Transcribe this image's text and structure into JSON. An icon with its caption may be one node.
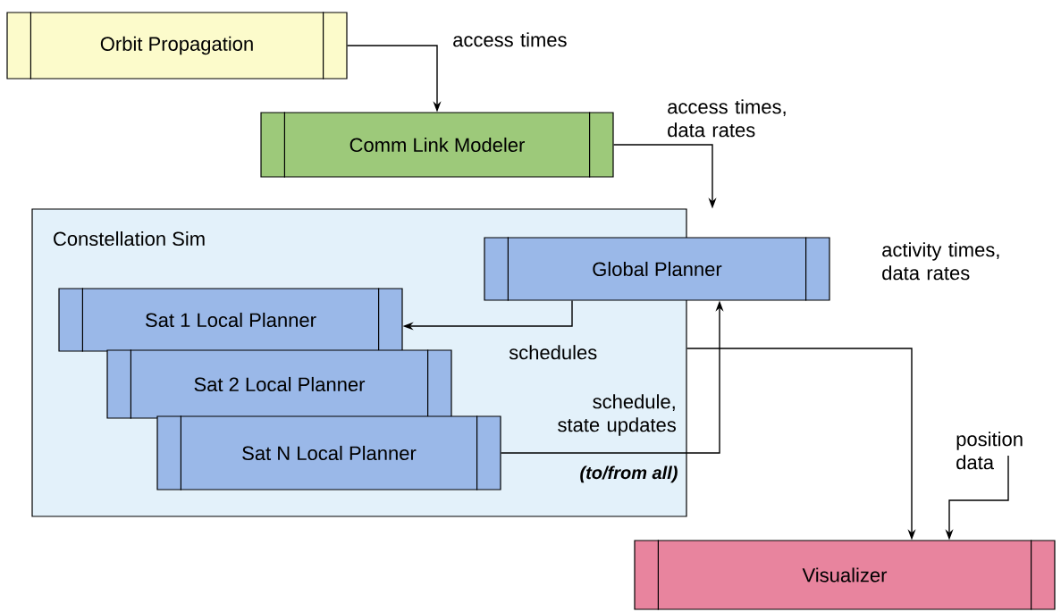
{
  "diagram": {
    "nodes": [
      {
        "text": [
          "Orbit Propagation"
        ]
      },
      {
        "text": [
          "Comm Link Modeler"
        ]
      },
      {
        "text": [
          "Constellation Sim"
        ]
      },
      {
        "text": [
          "Global Planner"
        ]
      },
      {
        "text": [
          "Sat 1 Local Planner"
        ],
        "in": 2
      },
      {
        "text": [
          "Sat 2 Local Planner"
        ],
        "in": 2
      },
      {
        "text": [
          "Sat N Local Planner"
        ],
        "in": 2
      },
      {
        "text": [
          "Visualizer"
        ]
      }
    ],
    "edges": [
      {
        "from": 0,
        "to": 1,
        "arrow": "to",
        "label": "access times"
      },
      {
        "from": 1,
        "to": 2,
        "arrow": "to",
        "label": "access times, data rates"
      },
      {
        "from": 3,
        "to": 4,
        "arrow": "to",
        "label": "schedules"
      },
      {
        "from": 6,
        "to": 3,
        "arrow": "to",
        "label": "schedule, state updates"
      },
      {
        "from": 2,
        "to": 7,
        "arrow": "to",
        "label": "activity times, data rates"
      },
      {
        "from": null,
        "to": 7,
        "arrow": "to",
        "label": "position data"
      }
    ],
    "labels": [
      "(to/from all)"
    ]
  }
}
